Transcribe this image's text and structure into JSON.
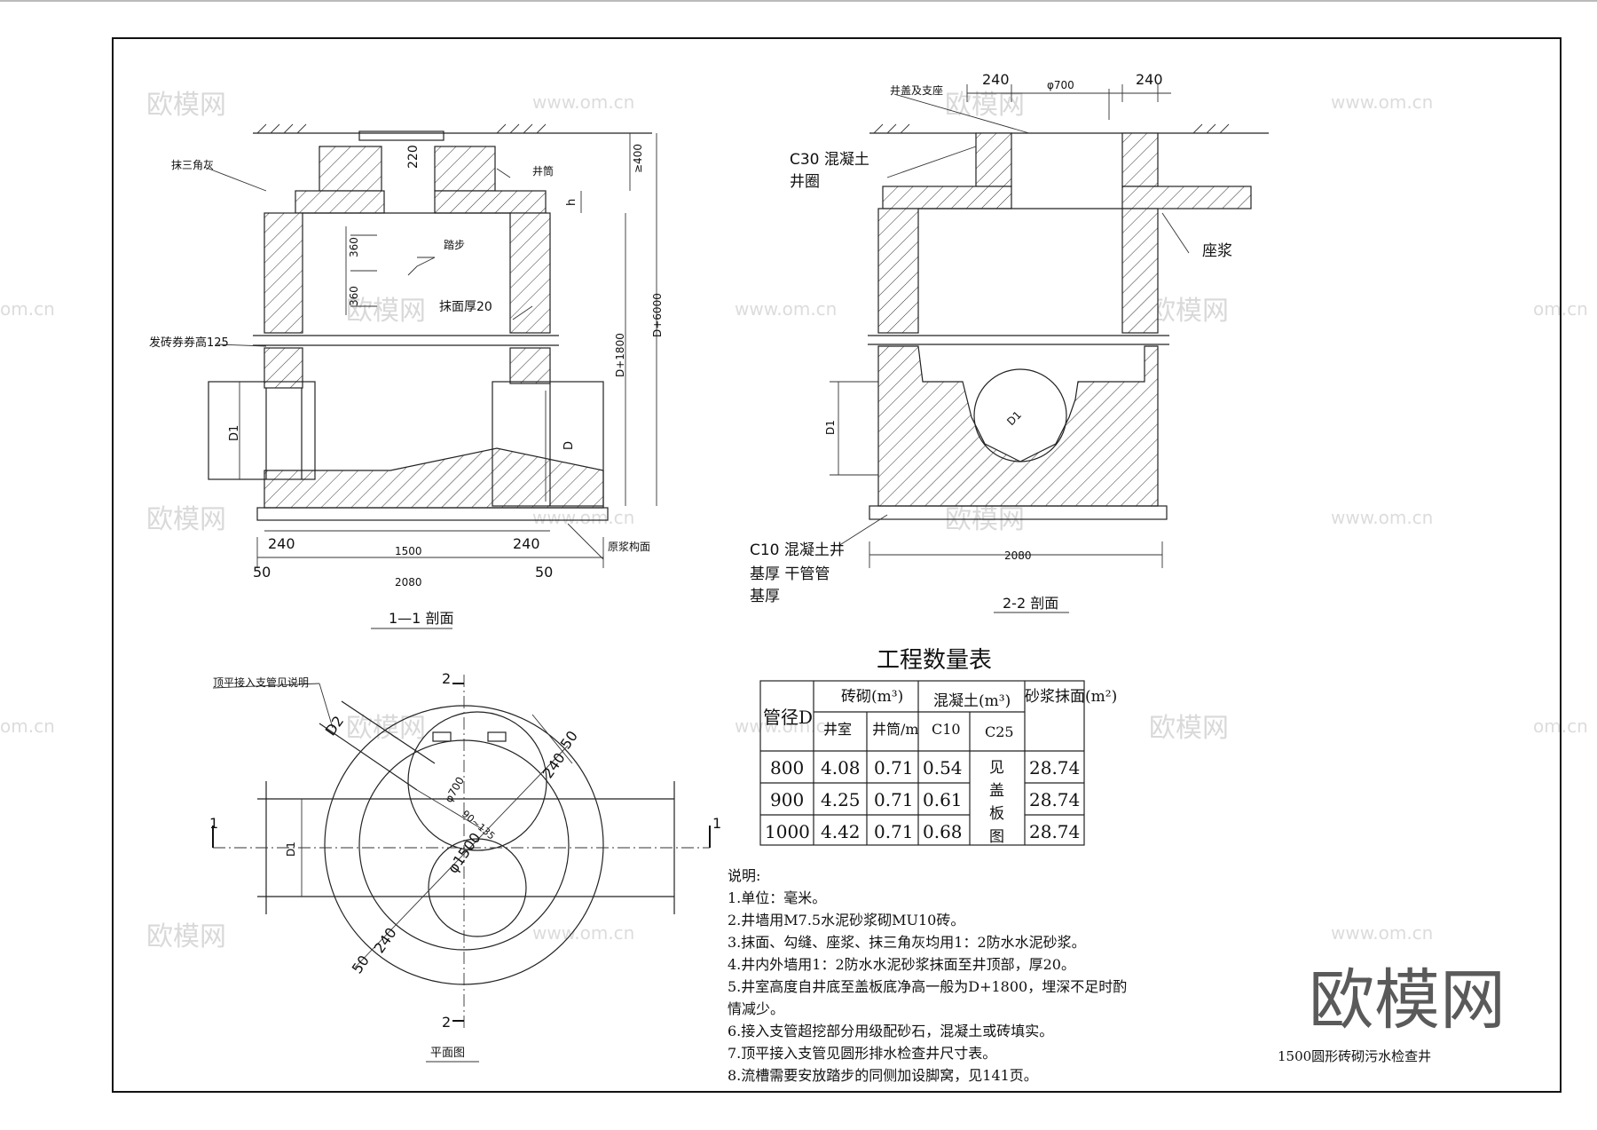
{
  "watermarks": {
    "logo": "欧模网",
    "url": "www.om.cn",
    "url_short": "om.cn"
  },
  "section_1_1": {
    "title": "1—1 剖面",
    "labels": {
      "triangle_plaster": "抹三角灰",
      "shaft": "井筒",
      "step": "踏步",
      "plaster": "抹面厚20",
      "brick_arch": "发砖券券高125",
      "grout_bed": "原浆构面"
    },
    "dims": {
      "d220": "220",
      "ge400": "≥400",
      "h": "h",
      "d360a": "360",
      "d360b": "360",
      "d1": "D1",
      "d": "D",
      "d_plus_1800": "D+1800",
      "d_plus_6000": "D+6000",
      "w240a": "240",
      "w1500": "1500",
      "w240b": "240",
      "w50a": "50",
      "w50b": "50",
      "w2080": "2080"
    }
  },
  "section_2_2": {
    "title": "2-2 剖面",
    "labels": {
      "cover_seat": "井盖及支座",
      "c30": "C30 混凝土",
      "ring": "井圈",
      "seat_grout": "座浆",
      "c10_line1": "C10 混凝土井",
      "c10_line2": "基厚 干管管",
      "c10_line3": "基厚"
    },
    "dims": {
      "w240a": "240",
      "w700": "φ700",
      "w240b": "240",
      "d1": "D1",
      "d1_circle": "D1",
      "w2080": "2080"
    }
  },
  "plan": {
    "title": "平面图",
    "labels": {
      "branch_note": "顶平接入支管见说明",
      "d2": "D2",
      "d1": "D1",
      "phi700": "φ700",
      "angle": "90~135",
      "phi1500": "φ1500",
      "w240a": "240",
      "w50a": "50",
      "w240b": "240",
      "w50b": "50",
      "mark_2_top": "2",
      "mark_2_bottom": "2",
      "mark_1_left": "1",
      "mark_1_right": "1"
    }
  },
  "quantity_table": {
    "title": "工程数量表",
    "header": {
      "pipe_dia": "管径D",
      "brick": "砖砌(m³)",
      "concrete": "混凝土(m³)",
      "mortar": "砂浆抹面(m²)",
      "chamber": "井室",
      "shaft_per_m": "井筒/m",
      "c10": "C10",
      "c25": "C25"
    },
    "rows": [
      {
        "d": "800",
        "chamber": "4.08",
        "shaft": "0.71",
        "c10": "0.54",
        "mortar": "28.74"
      },
      {
        "d": "900",
        "chamber": "4.25",
        "shaft": "0.71",
        "c10": "0.61",
        "mortar": "28.74"
      },
      {
        "d": "1000",
        "chamber": "4.42",
        "shaft": "0.71",
        "c10": "0.68",
        "mortar": "28.74"
      }
    ],
    "c25_merged": [
      "见",
      "盖",
      "板",
      "图"
    ]
  },
  "notes": {
    "heading": "说明:",
    "lines": [
      "1.单位：毫米。",
      "2.井墙用M7.5水泥砂浆砌MU10砖。",
      "3.抹面、勾缝、座浆、抹三角灰均用1：2防水水泥砂浆。",
      "4.井内外墙用1：2防水水泥砂浆抹面至井顶部，厚20。",
      "5.井室高度自井底至盖板底净高一般为D+1800，埋深不足时酌",
      "情减少。",
      "6.接入支管超挖部分用级配砂石，混凝土或砖填实。",
      "7.顶平接入支管见圆形排水检查井尺寸表。",
      "8.流槽需要安放踏步的同侧加设脚窝，见141页。"
    ]
  },
  "drawing_title": "1500圆形砖砌污水检查井"
}
